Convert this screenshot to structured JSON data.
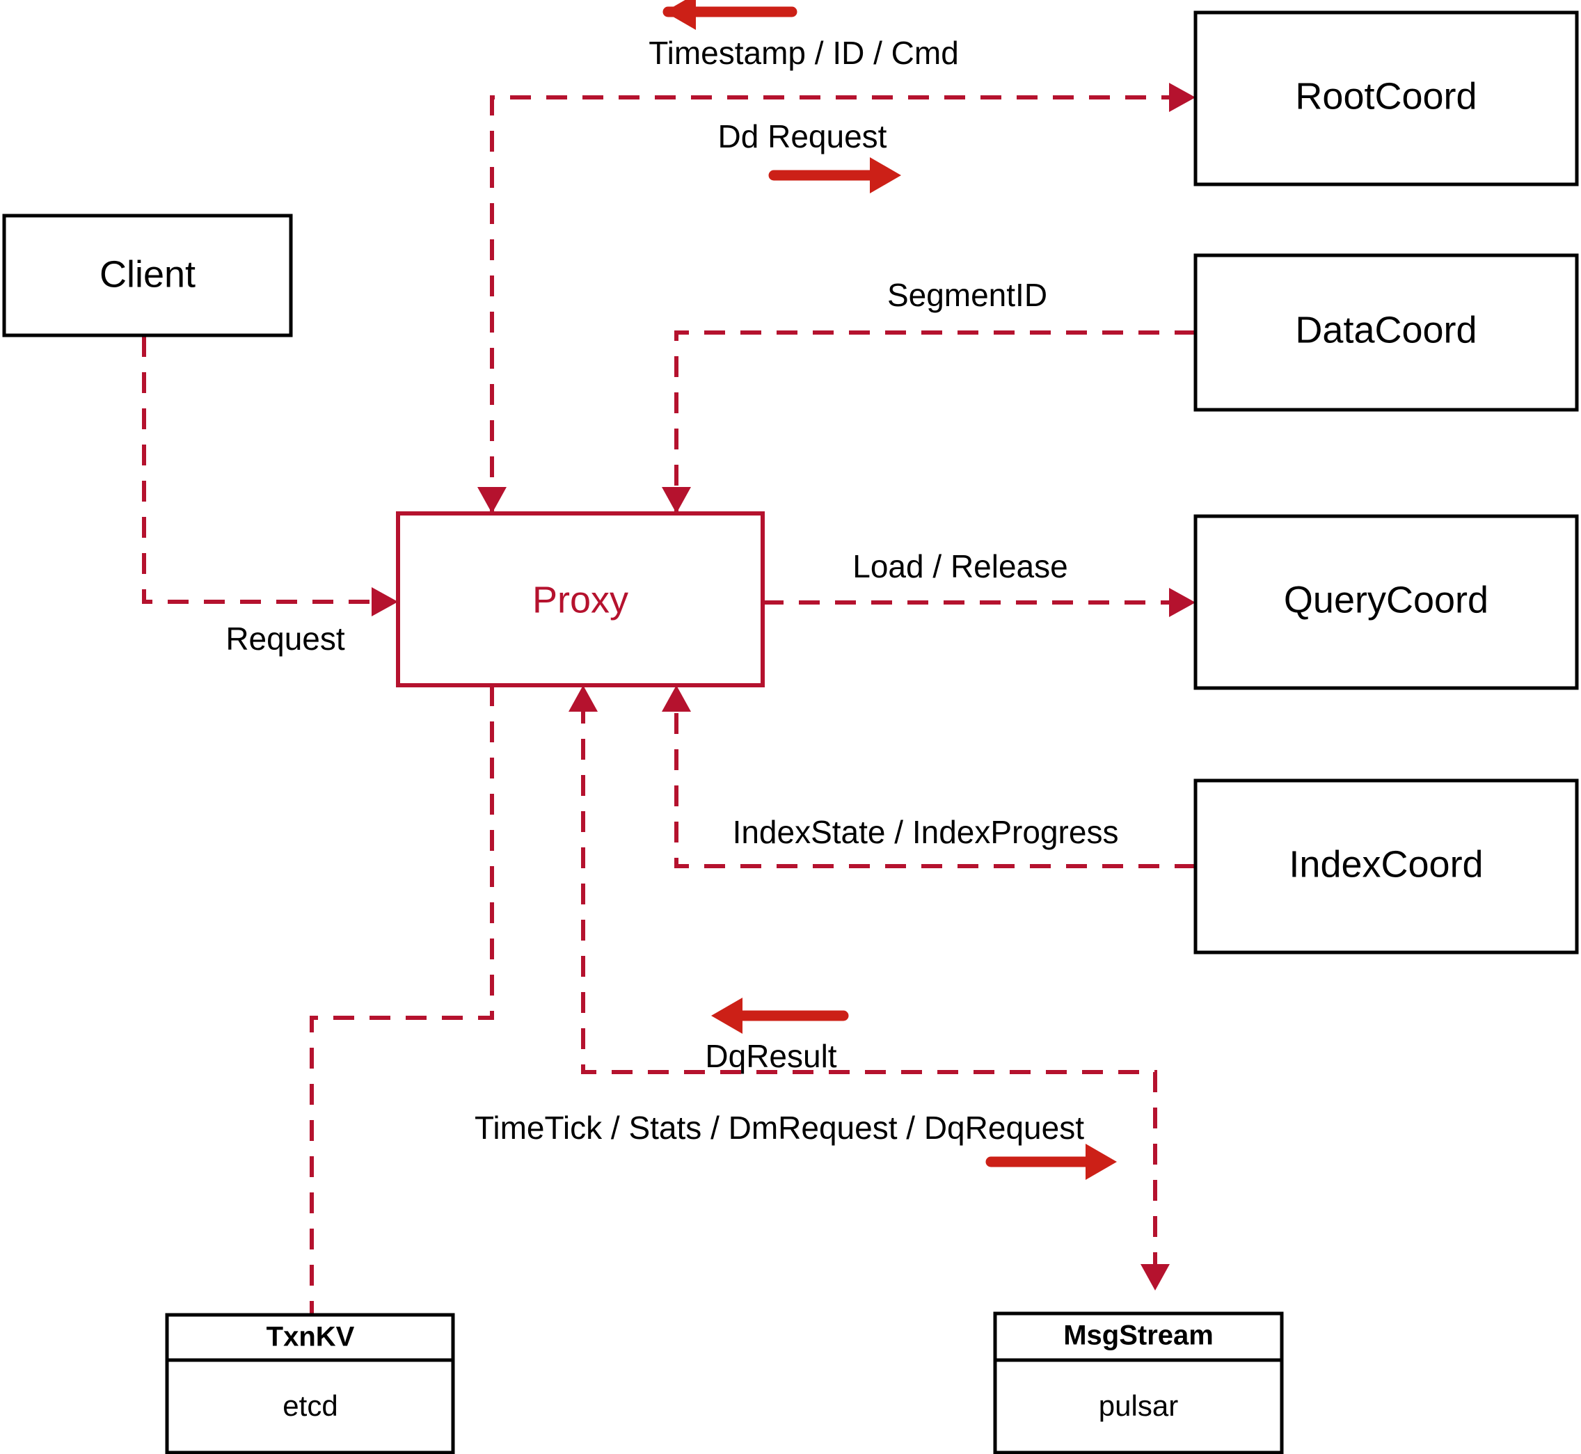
{
  "diagram": {
    "title": "Milvus Proxy interaction diagram",
    "accent_color": "#b5122e",
    "arrow_color": "#cc2017",
    "node_border_color": "#000000",
    "background_color": "#ffffff",
    "nodes": {
      "client": {
        "label": "Client"
      },
      "proxy": {
        "label": "Proxy"
      },
      "root_coord": {
        "label": "RootCoord"
      },
      "data_coord": {
        "label": "DataCoord"
      },
      "query_coord": {
        "label": "QueryCoord"
      },
      "index_coord": {
        "label": "IndexCoord"
      },
      "txnkv": {
        "title": "TxnKV",
        "body": "etcd"
      },
      "msgstream": {
        "title": "MsgStream",
        "body": "pulsar"
      }
    },
    "edge_labels": {
      "timestamp_id_cmd": "Timestamp / ID / Cmd",
      "dd_request": "Dd Request",
      "segment_id": "SegmentID",
      "request": "Request",
      "load_release": "Load / Release",
      "index_state_progress": "IndexState / IndexProgress",
      "dq_result": "DqResult",
      "timetick_stats_dm_dq": "TimeTick / Stats / DmRequest / DqRequest"
    }
  }
}
